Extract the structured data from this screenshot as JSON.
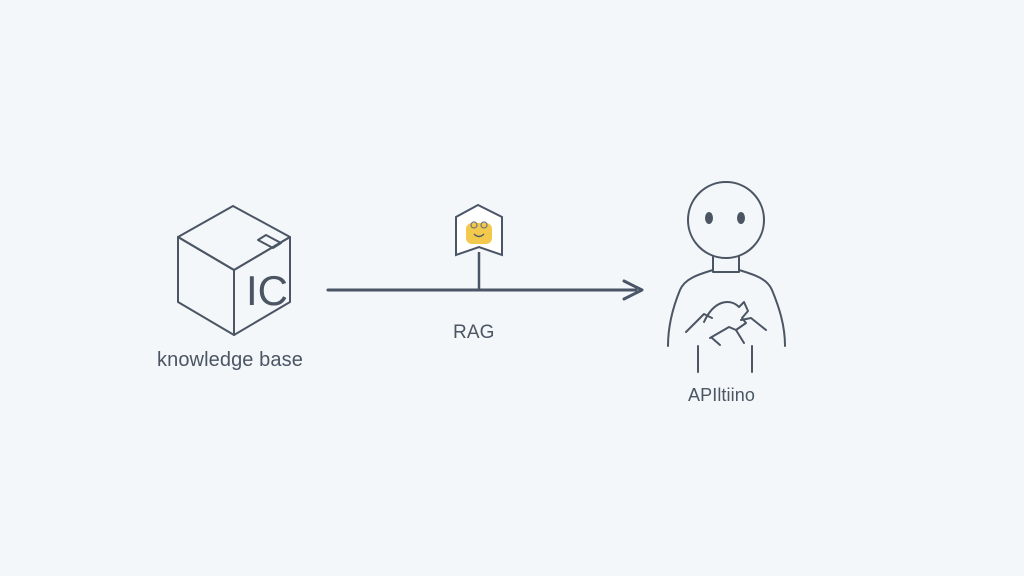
{
  "diagram": {
    "knowledge_base": {
      "label": "knowledge base",
      "icon": "cube-icon",
      "box_text": "IC"
    },
    "connector": {
      "label": "RAG",
      "icon": "tag-icon"
    },
    "agent": {
      "label": "APIltiino",
      "icon": "robot-figure-icon"
    },
    "colors": {
      "background": "#f3f7f9",
      "line": "#4b5563",
      "arrow": "#4a5568",
      "highlight": "#f2c94c"
    }
  }
}
